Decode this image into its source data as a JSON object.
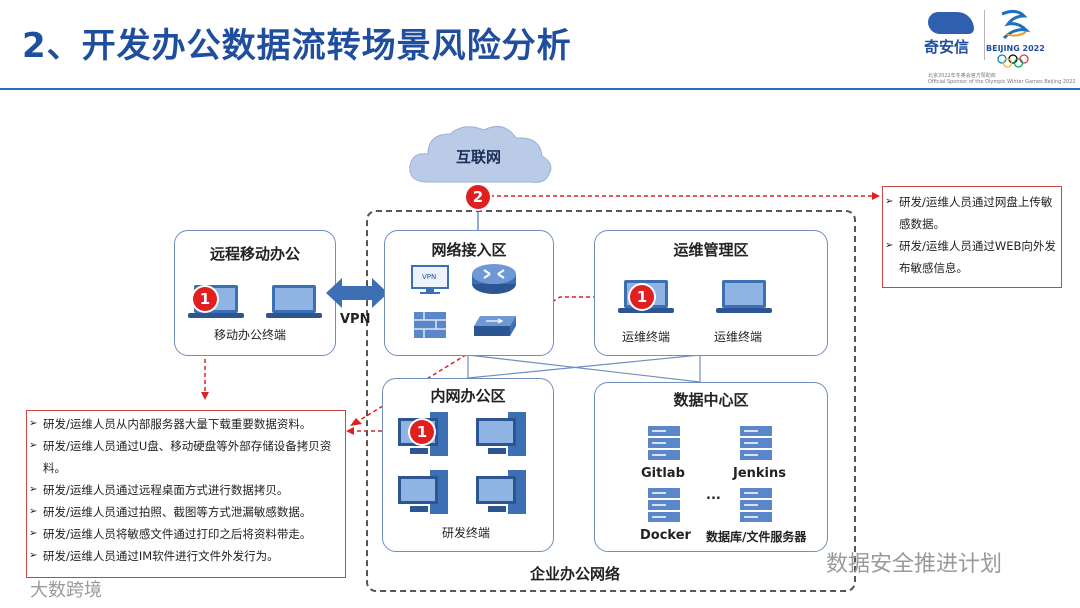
{
  "header": {
    "title": "2、开发办公数据流转场景风险分析",
    "logo_brand": "奇安信",
    "logo_beijing": "BEIJING 2022",
    "logo_sponsor_cn": "北京2022年冬奥会官方赞助商",
    "logo_sponsor_en": "Official Sponsor of the Olympic Winter Games Beijing 2022"
  },
  "cloud": {
    "label": "互联网"
  },
  "zones": {
    "remote": {
      "title": "远程移动办公",
      "device_label": "移动办公终端"
    },
    "access": {
      "title": "网络接入区",
      "vpn_device": "VPN"
    },
    "ops": {
      "title": "运维管理区",
      "terminal_1": "运维终端",
      "terminal_2": "运维终端"
    },
    "intranet": {
      "title": "内网办公区",
      "device_label": "研发终端"
    },
    "datacenter": {
      "title": "数据中心区",
      "server_1": "Gitlab",
      "server_2": "Jenkins",
      "server_3": "Docker",
      "server_4": "数据库/文件服务器",
      "ellipsis": "..."
    },
    "enterprise": {
      "label": "企业办公网络"
    }
  },
  "vpn_link": {
    "label": "VPN"
  },
  "badges": {
    "one": "1",
    "two": "2"
  },
  "risks_internal": [
    "研发/运维人员从内部服务器大量下载重要数据资料。",
    "研发/运维人员通过U盘、移动硬盘等外部存储设备拷贝资料。",
    "研发/运维人员通过远程桌面方式进行数据拷贝。",
    "研发/运维人员通过拍照、截图等方式泄漏敏感数据。",
    "研发/运维人员将敏感文件通过打印之后将资料带走。",
    "研发/运维人员通过IM软件进行文件外发行为。"
  ],
  "risks_external": [
    "研发/运维人员通过网盘上传敏感数据。",
    "研发/运维人员通过WEB向外发布敏感信息。"
  ],
  "watermarks": {
    "left": "大数跨境",
    "right": "数据安全推进计划"
  },
  "colors": {
    "title": "#1f4e9e",
    "accent_blue": "#2f6fbf",
    "risk_red": "#e02020",
    "zone_border": "#6f8fbf"
  }
}
